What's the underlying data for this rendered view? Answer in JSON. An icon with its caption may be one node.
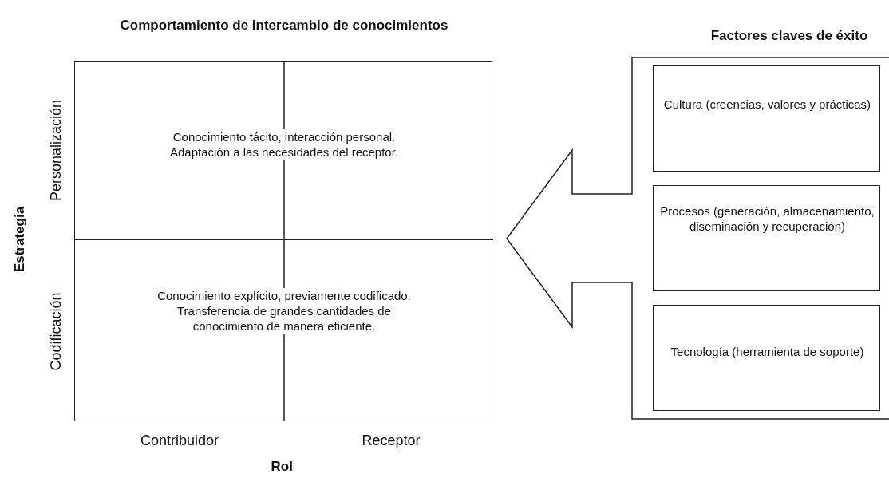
{
  "diagram": {
    "nodes": [
      {
        "text": [
          "Comportamiento de intercambio de conocimientos"
        ]
      },
      {
        "text": [
          "Conocimiento tácito, interacción personal. Adaptación a las necesidades del receptor."
        ],
        "in": 0
      },
      {
        "text": [
          "Conocimiento explícito, previamente codificado. Transferencia de grandes cantidades de conocimiento de manera eficiente."
        ],
        "in": 0
      },
      {
        "text": [
          "Factores claves de éxito"
        ]
      },
      {
        "text": [
          "Cultura (creencias, valores y prácticas)"
        ],
        "in": 3
      },
      {
        "text": [
          "Procesos (generación, almacenamiento, diseminación y recuperación)"
        ],
        "in": 3
      },
      {
        "text": [
          "Tecnología (herramienta de soporte)"
        ],
        "in": 3
      }
    ],
    "labels": [
      "Personalización",
      "Codificación",
      "Estrategia",
      "Contribuidor",
      "Receptor",
      "Rol"
    ]
  }
}
